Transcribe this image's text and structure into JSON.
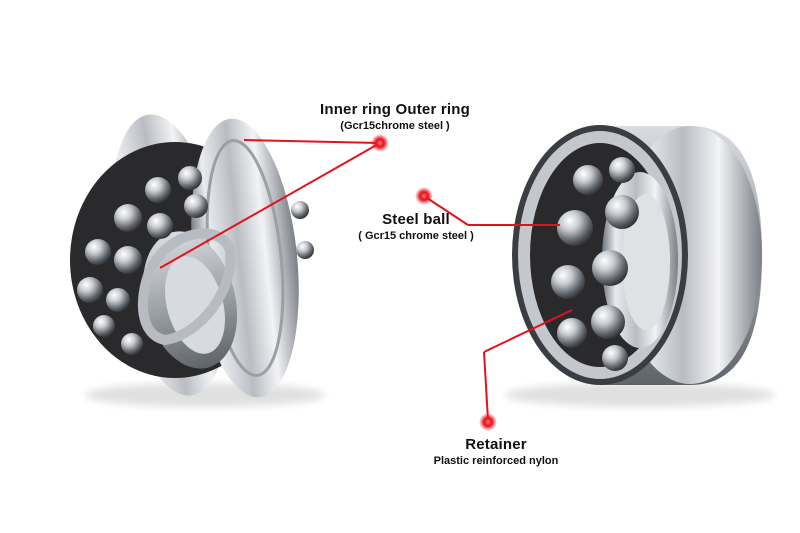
{
  "labels": {
    "rings": {
      "title": "Inner ring  Outer ring",
      "material": "(Gcr15chrome steel )"
    },
    "ball": {
      "title": "Steel ball",
      "material": "( Gcr15 chrome steel )"
    },
    "retainer": {
      "title": "Retainer",
      "material": "Plastic reinforced nylon"
    }
  },
  "colors": {
    "pointer": "#e2121b",
    "steel": "#c9ccd1",
    "cage": "#2a2a2d",
    "text": "#111111"
  }
}
